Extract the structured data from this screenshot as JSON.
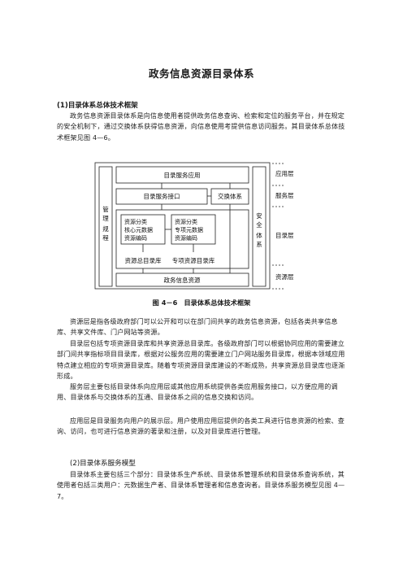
{
  "document": {
    "title": "政务信息资源目录体系",
    "section1": {
      "heading": "(1)目录体系总体技术框架",
      "intro": "政务信息资源目录体系是向信息使用者提供政务信息查询、检索和定位的服务平台，并在规定的安全机制下，通过交换体系获得信息资源，向信息使用考提供信息访问服务。其目录体系总体技术框架见图 4—6。"
    },
    "figure": {
      "caption": "图 4－6　目录体系总体技术框架",
      "boxes": {
        "directory_service_app": "目录服务应用",
        "directory_service_interface": "目录服务接口",
        "exchange_system": "交换体系",
        "core_metadata_lines": [
          "资源分类",
          "核心元数据",
          "资源编码"
        ],
        "special_metadata_lines": [
          "资源分类",
          "专项元数据",
          "资源编码"
        ],
        "master_catalog": "资源总目录库",
        "special_catalog": "专项资源目录库",
        "gov_info_resources": "政务信息资源",
        "management_rules": [
          "管",
          "理",
          "规",
          "程"
        ],
        "security_system": [
          "安",
          "全",
          "体",
          "系"
        ]
      },
      "layers": {
        "application": "应用层",
        "service": "服务层",
        "catalog": "目录层",
        "resource": "资源层"
      }
    },
    "paragraphs": [
      "资源层是指各级政府部门可以公开和可以在部门间共享的政务信息资源，包括各类共享信息库、共享文件库、门户网站等资源。",
      "目录层包括专项资源目录库和共享资源总目录库。各级政府部门可以根据协同应用的需要建立部门间共享指标项目目录库，根据对公服务应用的需要建立门户网站服务目录库，根据本领域应用特点建立相应的专项资源目录库。随着专项资源目录库建设的不断成熟，共享资源总目录库也逐渐形成。",
      "服务层主要包括目录体系向应用层或其他应用系统提供各类应用服务接口，以方便应用的调用、目录体系与交换体系的互通、目录体系之间的信息交换和访问。",
      "应用层是目录服务向用户的展示层。用户使用应用层提供的各类工具进行信息资源的检索、查询、访问，也可进行信息资源的著录和注册，以及对目录库进行管理。"
    ],
    "section2": {
      "heading": "(2)目录体系服务模型",
      "body": "目录体系主要包括三个部分：目录体系生产系统、目录体系管理系统和目录体系查询系统，其使用者包括三类用户：元数据生产者、目录体系管理者和信息查询者。目录体系服务模型见图 4—7。"
    }
  }
}
